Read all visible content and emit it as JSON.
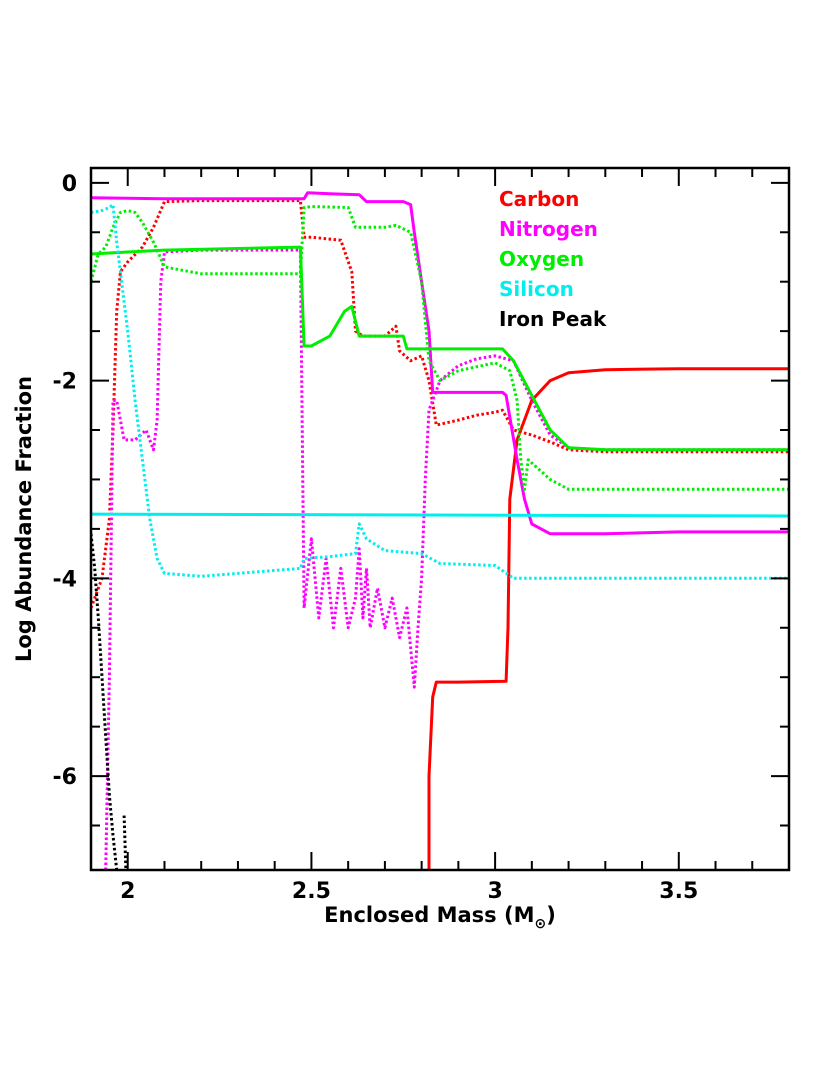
{
  "chart_data": {
    "type": "line",
    "xlabel": "Enclosed Mass (M",
    "xlabel_subscript": "⊙",
    "xlabel_close": ")",
    "ylabel": "Log Abundance Fraction",
    "xlim": [
      1.9,
      3.8
    ],
    "ylim": [
      -6.95,
      0.15
    ],
    "x_ticks": [
      2,
      2.5,
      3,
      3.5
    ],
    "x_tick_labels": [
      "2",
      "2.5",
      "3",
      "3.5"
    ],
    "y_ticks": [
      0,
      -2,
      -4,
      -6
    ],
    "y_tick_labels": [
      "0",
      "-2",
      "-4",
      "-6"
    ],
    "legend_position": "top-right",
    "legend": [
      {
        "label": "Carbon",
        "color": "#ff0000"
      },
      {
        "label": "Nitrogen",
        "color": "#ff00ff"
      },
      {
        "label": "Oxygen",
        "color": "#00ee00"
      },
      {
        "label": "Silicon",
        "color": "#00eeee"
      },
      {
        "label": "Iron Peak",
        "color": "#000000"
      }
    ],
    "series": [
      {
        "element": "Carbon",
        "style": "solid",
        "color": "#ff0000",
        "points": [
          [
            2.82,
            -6.95
          ],
          [
            2.82,
            -6.0
          ],
          [
            2.83,
            -5.2
          ],
          [
            2.84,
            -5.05
          ],
          [
            2.9,
            -5.05
          ],
          [
            3.03,
            -5.04
          ],
          [
            3.035,
            -4.5
          ],
          [
            3.04,
            -3.2
          ],
          [
            3.06,
            -2.6
          ],
          [
            3.1,
            -2.2
          ],
          [
            3.15,
            -2.0
          ],
          [
            3.2,
            -1.92
          ],
          [
            3.3,
            -1.89
          ],
          [
            3.5,
            -1.88
          ],
          [
            3.8,
            -1.88
          ]
        ]
      },
      {
        "element": "Carbon",
        "style": "dotted",
        "color": "#ff0000",
        "points": [
          [
            1.9,
            -4.3
          ],
          [
            1.93,
            -4.0
          ],
          [
            1.95,
            -3.4
          ],
          [
            1.96,
            -2.5
          ],
          [
            1.97,
            -1.3
          ],
          [
            1.98,
            -0.9
          ],
          [
            2.0,
            -0.8
          ],
          [
            2.04,
            -0.65
          ],
          [
            2.07,
            -0.45
          ],
          [
            2.1,
            -0.19
          ],
          [
            2.2,
            -0.18
          ],
          [
            2.47,
            -0.18
          ],
          [
            2.48,
            -0.55
          ],
          [
            2.5,
            -0.55
          ],
          [
            2.58,
            -0.58
          ],
          [
            2.61,
            -0.9
          ],
          [
            2.62,
            -1.5
          ],
          [
            2.64,
            -1.55
          ],
          [
            2.7,
            -1.55
          ],
          [
            2.73,
            -1.45
          ],
          [
            2.74,
            -1.7
          ],
          [
            2.77,
            -1.8
          ],
          [
            2.8,
            -1.75
          ],
          [
            2.82,
            -2.0
          ],
          [
            2.84,
            -2.45
          ],
          [
            2.9,
            -2.4
          ],
          [
            2.95,
            -2.35
          ],
          [
            3.0,
            -2.32
          ],
          [
            3.02,
            -2.3
          ],
          [
            3.05,
            -2.5
          ],
          [
            3.1,
            -2.55
          ],
          [
            3.15,
            -2.62
          ],
          [
            3.2,
            -2.7
          ],
          [
            3.3,
            -2.72
          ],
          [
            3.8,
            -2.72
          ]
        ]
      },
      {
        "element": "Nitrogen",
        "style": "solid",
        "color": "#ff00ff",
        "points": [
          [
            1.9,
            -0.15
          ],
          [
            2.1,
            -0.16
          ],
          [
            2.48,
            -0.16
          ],
          [
            2.49,
            -0.1
          ],
          [
            2.55,
            -0.11
          ],
          [
            2.63,
            -0.12
          ],
          [
            2.65,
            -0.19
          ],
          [
            2.7,
            -0.19
          ],
          [
            2.75,
            -0.19
          ],
          [
            2.77,
            -0.22
          ],
          [
            2.78,
            -0.5
          ],
          [
            2.8,
            -1.0
          ],
          [
            2.82,
            -1.5
          ],
          [
            2.83,
            -2.12
          ],
          [
            2.9,
            -2.12
          ],
          [
            3.02,
            -2.12
          ],
          [
            3.03,
            -2.15
          ],
          [
            3.06,
            -2.8
          ],
          [
            3.08,
            -3.2
          ],
          [
            3.1,
            -3.45
          ],
          [
            3.15,
            -3.55
          ],
          [
            3.3,
            -3.55
          ],
          [
            3.5,
            -3.53
          ],
          [
            3.8,
            -3.53
          ]
        ]
      },
      {
        "element": "Nitrogen",
        "style": "dotted",
        "color": "#ff00ff",
        "points": [
          [
            1.94,
            -6.95
          ],
          [
            1.95,
            -5.0
          ],
          [
            1.96,
            -2.2
          ],
          [
            1.97,
            -2.2
          ],
          [
            1.99,
            -2.6
          ],
          [
            2.02,
            -2.6
          ],
          [
            2.05,
            -2.5
          ],
          [
            2.07,
            -2.7
          ],
          [
            2.08,
            -2.4
          ],
          [
            2.09,
            -1.0
          ],
          [
            2.1,
            -0.7
          ],
          [
            2.2,
            -0.68
          ],
          [
            2.47,
            -0.68
          ],
          [
            2.48,
            -4.3
          ],
          [
            2.5,
            -3.6
          ],
          [
            2.52,
            -4.4
          ],
          [
            2.54,
            -3.8
          ],
          [
            2.56,
            -4.5
          ],
          [
            2.58,
            -3.9
          ],
          [
            2.6,
            -4.5
          ],
          [
            2.62,
            -4.2
          ],
          [
            2.63,
            -3.7
          ],
          [
            2.64,
            -4.4
          ],
          [
            2.65,
            -3.9
          ],
          [
            2.66,
            -4.5
          ],
          [
            2.68,
            -4.1
          ],
          [
            2.7,
            -4.5
          ],
          [
            2.72,
            -4.2
          ],
          [
            2.74,
            -4.6
          ],
          [
            2.76,
            -4.3
          ],
          [
            2.78,
            -5.1
          ],
          [
            2.79,
            -4.5
          ],
          [
            2.8,
            -4.0
          ],
          [
            2.81,
            -3.0
          ],
          [
            2.82,
            -2.3
          ],
          [
            2.85,
            -2.0
          ],
          [
            2.9,
            -1.85
          ],
          [
            2.95,
            -1.78
          ],
          [
            3.0,
            -1.75
          ],
          [
            3.05,
            -1.8
          ],
          [
            3.1,
            -2.2
          ],
          [
            3.15,
            -2.55
          ],
          [
            3.2,
            -2.68
          ],
          [
            3.3,
            -2.7
          ],
          [
            3.8,
            -2.7
          ]
        ]
      },
      {
        "element": "Oxygen",
        "style": "solid",
        "color": "#00ee00",
        "points": [
          [
            1.9,
            -0.72
          ],
          [
            2.0,
            -0.7
          ],
          [
            2.1,
            -0.68
          ],
          [
            2.47,
            -0.65
          ],
          [
            2.48,
            -1.65
          ],
          [
            2.5,
            -1.65
          ],
          [
            2.55,
            -1.55
          ],
          [
            2.59,
            -1.3
          ],
          [
            2.61,
            -1.25
          ],
          [
            2.63,
            -1.55
          ],
          [
            2.7,
            -1.55
          ],
          [
            2.75,
            -1.55
          ],
          [
            2.76,
            -1.68
          ],
          [
            3.02,
            -1.68
          ],
          [
            3.05,
            -1.8
          ],
          [
            3.1,
            -2.15
          ],
          [
            3.15,
            -2.5
          ],
          [
            3.2,
            -2.68
          ],
          [
            3.3,
            -2.7
          ],
          [
            3.8,
            -2.7
          ]
        ]
      },
      {
        "element": "Oxygen",
        "style": "dotted",
        "color": "#00ee00",
        "points": [
          [
            1.9,
            -1.0
          ],
          [
            1.92,
            -0.72
          ],
          [
            1.94,
            -0.65
          ],
          [
            1.96,
            -0.45
          ],
          [
            1.98,
            -0.3
          ],
          [
            2.0,
            -0.28
          ],
          [
            2.02,
            -0.3
          ],
          [
            2.04,
            -0.4
          ],
          [
            2.07,
            -0.6
          ],
          [
            2.1,
            -0.85
          ],
          [
            2.2,
            -0.92
          ],
          [
            2.47,
            -0.92
          ],
          [
            2.48,
            -0.25
          ],
          [
            2.5,
            -0.24
          ],
          [
            2.6,
            -0.25
          ],
          [
            2.62,
            -0.45
          ],
          [
            2.7,
            -0.45
          ],
          [
            2.73,
            -0.43
          ],
          [
            2.77,
            -0.5
          ],
          [
            2.8,
            -1.0
          ],
          [
            2.82,
            -1.8
          ],
          [
            2.85,
            -2.0
          ],
          [
            2.9,
            -1.9
          ],
          [
            3.0,
            -1.82
          ],
          [
            3.04,
            -1.9
          ],
          [
            3.06,
            -2.2
          ],
          [
            3.07,
            -2.8
          ],
          [
            3.08,
            -3.1
          ],
          [
            3.09,
            -2.8
          ],
          [
            3.12,
            -2.9
          ],
          [
            3.15,
            -3.0
          ],
          [
            3.2,
            -3.1
          ],
          [
            3.3,
            -3.1
          ],
          [
            3.8,
            -3.1
          ]
        ]
      },
      {
        "element": "Silicon",
        "style": "solid",
        "color": "#00eeee",
        "points": [
          [
            1.9,
            -3.35
          ],
          [
            3.8,
            -3.37
          ]
        ]
      },
      {
        "element": "Silicon",
        "style": "dotted",
        "color": "#00eeee",
        "points": [
          [
            1.9,
            -0.3
          ],
          [
            1.93,
            -0.28
          ],
          [
            1.95,
            -0.25
          ],
          [
            1.96,
            -0.22
          ],
          [
            1.97,
            -0.6
          ],
          [
            1.98,
            -0.9
          ],
          [
            2.0,
            -1.5
          ],
          [
            2.02,
            -2.2
          ],
          [
            2.04,
            -2.8
          ],
          [
            2.06,
            -3.4
          ],
          [
            2.08,
            -3.8
          ],
          [
            2.1,
            -3.95
          ],
          [
            2.2,
            -3.98
          ],
          [
            2.47,
            -3.9
          ],
          [
            2.48,
            -3.8
          ],
          [
            2.55,
            -3.78
          ],
          [
            2.62,
            -3.75
          ],
          [
            2.63,
            -3.45
          ],
          [
            2.65,
            -3.6
          ],
          [
            2.7,
            -3.72
          ],
          [
            2.8,
            -3.75
          ],
          [
            2.85,
            -3.85
          ],
          [
            3.0,
            -3.87
          ],
          [
            3.05,
            -4.0
          ],
          [
            3.3,
            -4.0
          ],
          [
            3.8,
            -4.0
          ]
        ]
      },
      {
        "element": "Iron Peak",
        "style": "dotted",
        "color": "#000000",
        "points": [
          [
            1.9,
            -3.55
          ],
          [
            1.91,
            -3.9
          ],
          [
            1.92,
            -4.4
          ],
          [
            1.93,
            -5.0
          ],
          [
            1.94,
            -5.6
          ],
          [
            1.95,
            -6.2
          ],
          [
            1.96,
            -6.6
          ],
          [
            1.97,
            -6.95
          ]
        ]
      },
      {
        "element": "Iron Peak",
        "style": "dotted",
        "color": "#000000",
        "points": [
          [
            1.99,
            -6.4
          ],
          [
            1.995,
            -6.95
          ]
        ]
      }
    ]
  }
}
